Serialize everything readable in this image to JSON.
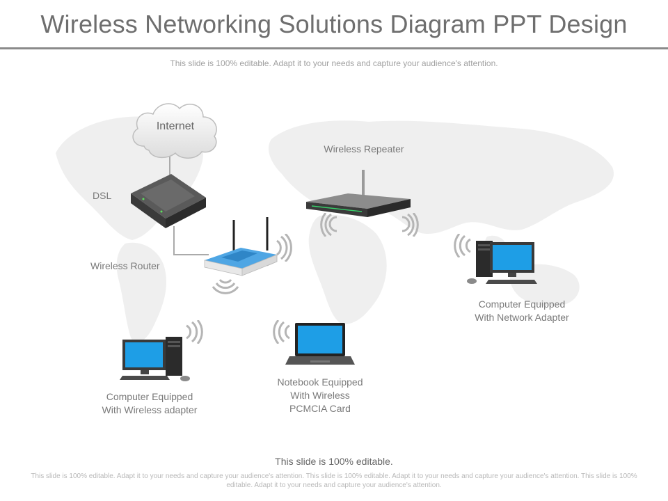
{
  "slide": {
    "title": "Wireless Networking Solutions Diagram PPT Design",
    "subtitle": "This slide is 100% editable. Adapt it to your needs and capture your audience's attention.",
    "footer_main": "This slide is 100% editable.",
    "footer_small": "This slide is 100% editable. Adapt it to your needs and capture your audience's attention. This slide is 100% editable. Adapt it to your needs and capture your audience's attention. This slide is 100% editable. Adapt it to your needs and capture your audience's attention."
  },
  "diagram": {
    "internet": "Internet",
    "dsl": "DSL",
    "router": "Wireless Router",
    "repeater": "Wireless Repeater",
    "pc_network": "Computer Equipped\nWith Network Adapter",
    "notebook": "Notebook Equipped\nWith Wireless\nPCMCIA Card",
    "pc_wireless": "Computer Equipped\nWith Wireless adapter"
  },
  "colors": {
    "screen_blue": "#1e9ee6",
    "router_blue": "#2f86c7",
    "map_gray": "#ececec",
    "signal_gray": "#b5b5b5"
  }
}
